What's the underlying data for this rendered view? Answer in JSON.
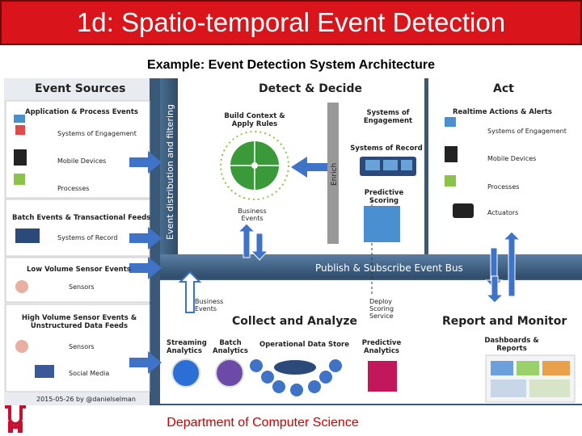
{
  "title": "1d: Spatio-temporal Event Detection",
  "subtitle": "Example: Event Detection System Architecture",
  "footer": "Department of Computer Science",
  "diagram": {
    "event_sources": {
      "header": "Event Sources",
      "group1_title": "Application & Process Events",
      "group1_items": [
        "Systems of Engagement",
        "Mobile Devices",
        "Processes"
      ],
      "group2_title": "Batch Events & Transactional Feeds",
      "group2_items": [
        "Systems of Record"
      ],
      "group3_title": "Low Volume Sensor Events",
      "group3_items": [
        "Sensors"
      ],
      "group4_title": "High Volume Sensor Events & Unstructured Data Feeds",
      "group4_items": [
        "Sensors",
        "Social Media"
      ],
      "credit": "2015-05-26 by @danielselman"
    },
    "event_distribution": "Event distribution and filtering",
    "detect_decide": {
      "header": "Detect & Decide",
      "build_context": "Build Context & Apply Rules",
      "business_events": "Business Events",
      "enrich": "Enrich",
      "systems_engagement": "Systems of Engagement",
      "systems_record": "Systems of Record",
      "predictive_scoring": "Predictive Scoring"
    },
    "act": {
      "header": "Act",
      "group_title": "Realtime Actions & Alerts",
      "items": [
        "Systems of Engagement",
        "Mobile Devices",
        "Processes",
        "Actuators"
      ]
    },
    "bus": "Publish & Subscribe Event Bus",
    "collect": {
      "header": "Collect and Analyze",
      "business_events": "Business Events",
      "deploy_scoring": "Deploy Scoring Service",
      "streaming": "Streaming Analytics",
      "batch": "Batch Analytics",
      "ods": "Operational Data Store",
      "predictive": "Predictive Analytics"
    },
    "report": {
      "header": "Report and Monitor",
      "dashboards": "Dashboards & Reports"
    }
  },
  "colors": {
    "title_red": "#d9141b",
    "bus_blue": "#3d5f80",
    "arrow_blue": "#3e73c7",
    "footer_red": "#cc0000"
  }
}
